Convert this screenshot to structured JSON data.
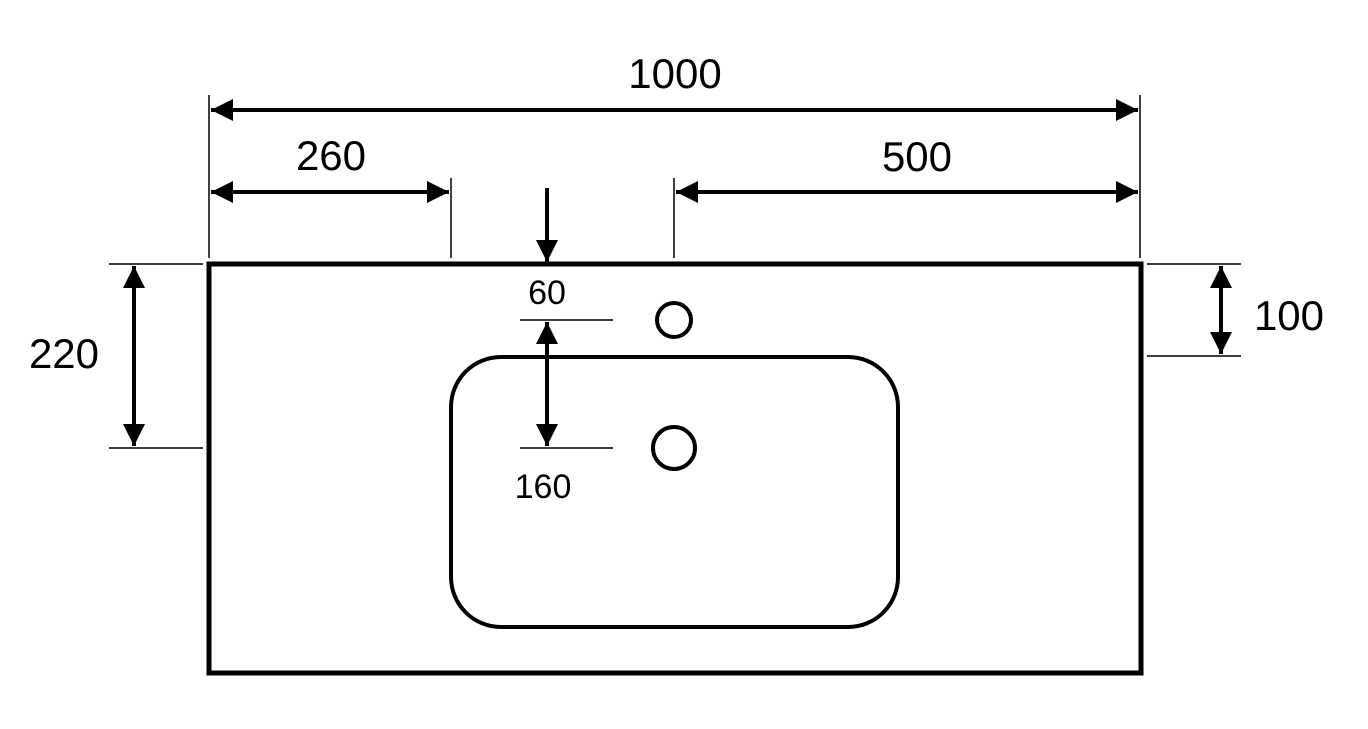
{
  "dimensions": {
    "total_width": "1000",
    "left_to_hole": "260",
    "hole_to_right": "500",
    "top_to_hole": "60",
    "hole_to_hole": "160",
    "top_to_bowl": "100",
    "bowl_depth_label": "220"
  },
  "colors": {
    "stroke": "#000000",
    "background": "#ffffff"
  }
}
